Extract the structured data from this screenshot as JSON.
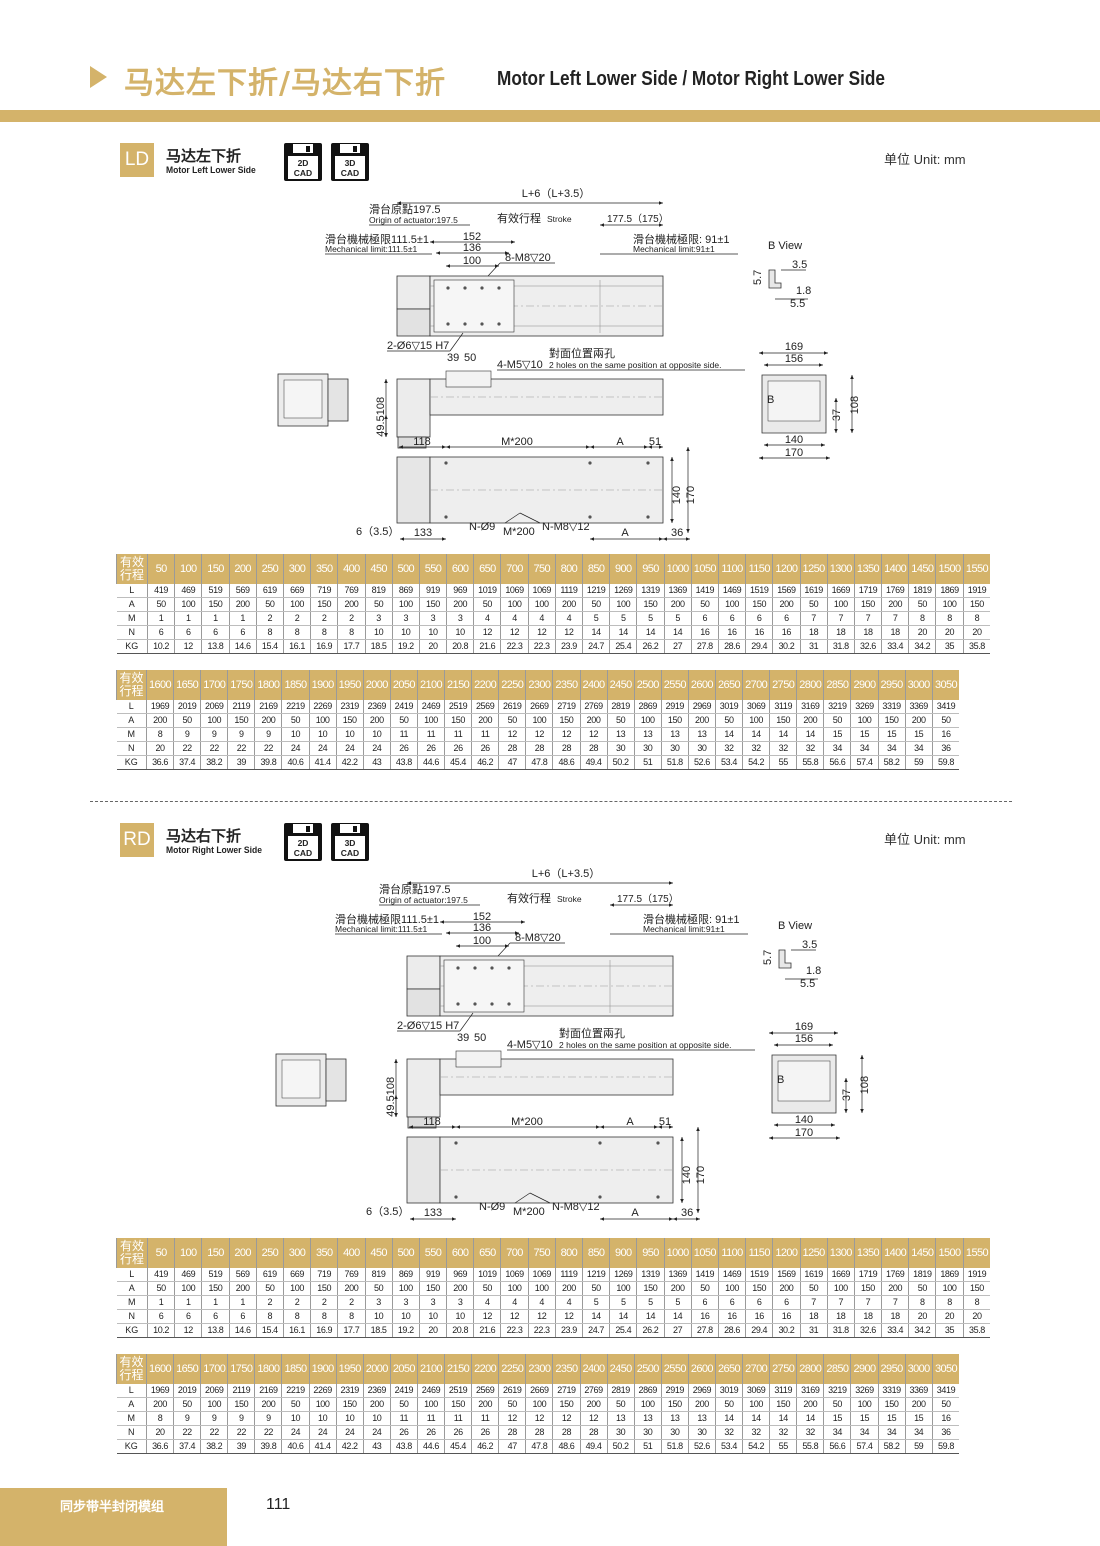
{
  "header": {
    "title_cn": "马达左下折/马达右下折",
    "title_en": "Motor Left Lower Side / Motor Right Lower Side"
  },
  "sections": [
    {
      "badge": "LD",
      "title_cn": "马达左下折",
      "title_en": "Motor Left Lower Side",
      "cad": [
        "2D",
        "3D"
      ],
      "cad_word": "CAD",
      "unit": "单位 Unit: mm",
      "drawing": {
        "l_total": "L+6（L+3.5）",
        "origin_cn": "滑台原點197.5",
        "origin_en": "Origin of actuator:197.5",
        "stroke_cn": "有效行程",
        "stroke_en": "Stroke",
        "dim_1775": "177.5（175）",
        "mech_left_cn": "滑台機械極限111.5±1",
        "mech_left_en": "Mechanical limit:111.5±1",
        "mech_right_cn": "滑台機械極限: 91±1",
        "mech_right_en": "Mechanical limit:91±1",
        "d152": "152",
        "d136": "136",
        "d100": "100",
        "m8": "8-M8▽20",
        "pin": "2-Ø6▽15 H7",
        "d39": "39",
        "d50": "50",
        "m5": "4-M5▽10",
        "opp_cn": "對面位置兩孔",
        "opp_en": "2 holes on the same position at opposite side.",
        "d108": "108",
        "d495": "49.5",
        "d118": "118",
        "m200": "M*200",
        "a": "A",
        "d51": "51",
        "d140": "140",
        "d170": "170",
        "d6": "6（3.5）",
        "d133": "133",
        "n9": "N-Ø9",
        "nm8": "N-M8▽12",
        "d36": "36",
        "bview": "B View",
        "d35": "3.5",
        "d57": "5.7",
        "d18": "1.8",
        "d55": "5.5",
        "d169": "169",
        "d156": "156",
        "b": "B",
        "d37": "37"
      }
    },
    {
      "badge": "RD",
      "title_cn": "马达右下折",
      "title_en": "Motor Right Lower Side",
      "cad": [
        "2D",
        "3D"
      ],
      "cad_word": "CAD",
      "unit": "单位 Unit: mm",
      "drawing": {
        "l_total": "L+6（L+3.5）",
        "origin_cn": "滑台原點197.5",
        "origin_en": "Origin of actuator:197.5",
        "stroke_cn": "有效行程",
        "stroke_en": "Stroke",
        "dim_1775": "177.5（175）",
        "mech_left_cn": "滑台機械極限111.5±1",
        "mech_left_en": "Mechanical limit:111.5±1",
        "mech_right_cn": "滑台機械極限: 91±1",
        "mech_right_en": "Mechanical limit:91±1",
        "d152": "152",
        "d136": "136",
        "d100": "100",
        "m8": "8-M8▽20",
        "pin": "2-Ø6▽15 H7",
        "d39": "39",
        "d50": "50",
        "m5": "4-M5▽10",
        "opp_cn": "對面位置兩孔",
        "opp_en": "2 holes on the same position at opposite side.",
        "d108": "108",
        "d495": "49.5",
        "d118": "118",
        "m200": "M*200",
        "a": "A",
        "d51": "51",
        "d140": "140",
        "d170": "170",
        "d6": "6（3.5）",
        "d133": "133",
        "n9": "N-Ø9",
        "nm8": "N-M8▽12",
        "d36": "36",
        "bview": "B View",
        "d35": "3.5",
        "d57": "5.7",
        "d18": "1.8",
        "d55": "5.5",
        "d169": "169",
        "d156": "156",
        "b": "B",
        "d37": "37"
      }
    }
  ],
  "tables": {
    "header_label": "有效\n行程",
    "row_labels": [
      "L",
      "A",
      "M",
      "N",
      "KG"
    ],
    "part1": {
      "stroke": [
        "50",
        "100",
        "150",
        "200",
        "250",
        "300",
        "350",
        "400",
        "450",
        "500",
        "550",
        "600",
        "650",
        "700",
        "750",
        "800",
        "850",
        "900",
        "950",
        "1000",
        "1050",
        "1100",
        "1150",
        "1200",
        "1250",
        "1300",
        "1350",
        "1400",
        "1450",
        "1500",
        "1550"
      ],
      "rows": [
        [
          "419",
          "469",
          "519",
          "569",
          "619",
          "669",
          "719",
          "769",
          "819",
          "869",
          "919",
          "969",
          "1019",
          "1069",
          "1069",
          "1119",
          "1219",
          "1269",
          "1319",
          "1369",
          "1419",
          "1469",
          "1519",
          "1569",
          "1619",
          "1669",
          "1719",
          "1769",
          "1819",
          "1869",
          "1919"
        ],
        [
          "50",
          "100",
          "150",
          "200",
          "50",
          "100",
          "150",
          "200",
          "50",
          "100",
          "150",
          "200",
          "50",
          "100",
          "100",
          "200",
          "50",
          "100",
          "150",
          "200",
          "50",
          "100",
          "150",
          "200",
          "50",
          "100",
          "150",
          "200",
          "50",
          "100",
          "150"
        ],
        [
          "1",
          "1",
          "1",
          "1",
          "2",
          "2",
          "2",
          "2",
          "3",
          "3",
          "3",
          "3",
          "4",
          "4",
          "4",
          "4",
          "5",
          "5",
          "5",
          "5",
          "6",
          "6",
          "6",
          "6",
          "7",
          "7",
          "7",
          "7",
          "8",
          "8",
          "8"
        ],
        [
          "6",
          "6",
          "6",
          "6",
          "8",
          "8",
          "8",
          "8",
          "10",
          "10",
          "10",
          "10",
          "12",
          "12",
          "12",
          "12",
          "14",
          "14",
          "14",
          "14",
          "16",
          "16",
          "16",
          "16",
          "18",
          "18",
          "18",
          "18",
          "20",
          "20",
          "20"
        ],
        [
          "10.2",
          "12",
          "13.8",
          "14.6",
          "15.4",
          "16.1",
          "16.9",
          "17.7",
          "18.5",
          "19.2",
          "20",
          "20.8",
          "21.6",
          "22.3",
          "22.3",
          "23.9",
          "24.7",
          "25.4",
          "26.2",
          "27",
          "27.8",
          "28.6",
          "29.4",
          "30.2",
          "31",
          "31.8",
          "32.6",
          "33.4",
          "34.2",
          "35",
          "35.8"
        ]
      ]
    },
    "part2": {
      "stroke": [
        "1600",
        "1650",
        "1700",
        "1750",
        "1800",
        "1850",
        "1900",
        "1950",
        "2000",
        "2050",
        "2100",
        "2150",
        "2200",
        "2250",
        "2300",
        "2350",
        "2400",
        "2450",
        "2500",
        "2550",
        "2600",
        "2650",
        "2700",
        "2750",
        "2800",
        "2850",
        "2900",
        "2950",
        "3000",
        "3050"
      ],
      "rows": [
        [
          "1969",
          "2019",
          "2069",
          "2119",
          "2169",
          "2219",
          "2269",
          "2319",
          "2369",
          "2419",
          "2469",
          "2519",
          "2569",
          "2619",
          "2669",
          "2719",
          "2769",
          "2819",
          "2869",
          "2919",
          "2969",
          "3019",
          "3069",
          "3119",
          "3169",
          "3219",
          "3269",
          "3319",
          "3369",
          "3419"
        ],
        [
          "200",
          "50",
          "100",
          "150",
          "200",
          "50",
          "100",
          "150",
          "200",
          "50",
          "100",
          "150",
          "200",
          "50",
          "100",
          "150",
          "200",
          "50",
          "100",
          "150",
          "200",
          "50",
          "100",
          "150",
          "200",
          "50",
          "100",
          "150",
          "200",
          "50"
        ],
        [
          "8",
          "9",
          "9",
          "9",
          "9",
          "10",
          "10",
          "10",
          "10",
          "11",
          "11",
          "11",
          "11",
          "12",
          "12",
          "12",
          "12",
          "13",
          "13",
          "13",
          "13",
          "14",
          "14",
          "14",
          "14",
          "15",
          "15",
          "15",
          "15",
          "16"
        ],
        [
          "20",
          "22",
          "22",
          "22",
          "22",
          "24",
          "24",
          "24",
          "24",
          "26",
          "26",
          "26",
          "26",
          "28",
          "28",
          "28",
          "28",
          "30",
          "30",
          "30",
          "30",
          "32",
          "32",
          "32",
          "32",
          "34",
          "34",
          "34",
          "34",
          "36"
        ],
        [
          "36.6",
          "37.4",
          "38.2",
          "39",
          "39.8",
          "40.6",
          "41.4",
          "42.2",
          "43",
          "43.8",
          "44.6",
          "45.4",
          "46.2",
          "47",
          "47.8",
          "48.6",
          "49.4",
          "50.2",
          "51",
          "51.8",
          "52.6",
          "53.4",
          "54.2",
          "55",
          "55.8",
          "56.6",
          "57.4",
          "58.2",
          "59",
          "59.8"
        ]
      ]
    }
  },
  "footer": {
    "label": "同步带半封闭模组",
    "page": "111"
  }
}
